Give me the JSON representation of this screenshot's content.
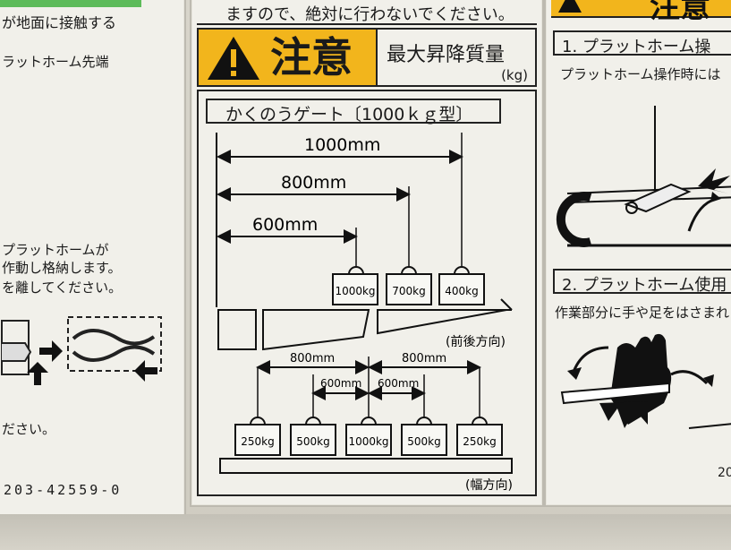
{
  "left_panel": {
    "top_text": "が地面に接触する",
    "line2": "ラットホーム先端",
    "mid1": "プラットホームが",
    "mid2": "作動し格納します。",
    "mid3": "を離してください。",
    "bottom_text": "ださい。",
    "part_number": "203-42559-0"
  },
  "center_panel": {
    "top_text": "ますので、絶対に行わないでください。",
    "caution": "注意",
    "max_load_title": "最大昇降質量",
    "unit_kg": "(kg)",
    "gate_title": "かくのうゲート〔1000ｋｇ型〕",
    "front_back_label": "(前後方向)",
    "width_label": "(幅方向)",
    "front_back": {
      "dims": [
        "1000mm",
        "800mm",
        "600mm"
      ],
      "weights": [
        "1000kg",
        "700kg",
        "400kg"
      ]
    },
    "width": {
      "dims": [
        "800mm",
        "800mm",
        "600mm",
        "600mm"
      ],
      "weights": [
        "250kg",
        "500kg",
        "1000kg",
        "500kg",
        "250kg"
      ]
    }
  },
  "right_panel": {
    "caution_partial": "注意",
    "section1": "1. プラットホーム操",
    "section1_text": "プラットホーム操作時には",
    "section2": "2. プラットホーム使用",
    "section2_text": "作業部分に手や足をはさまれ",
    "corner_text": "20"
  },
  "colors": {
    "caution_yellow": "#f2b51c",
    "ink": "#1a1a1a",
    "sticker": "#f1f0ea"
  }
}
